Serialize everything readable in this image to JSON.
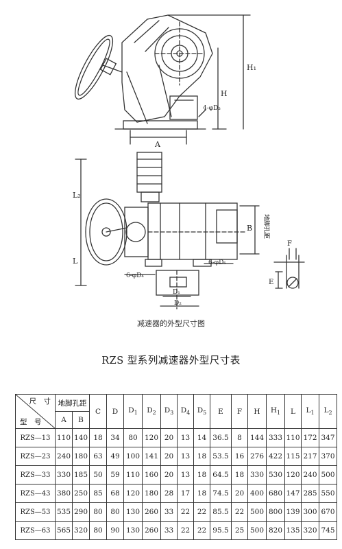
{
  "drawing": {
    "labels": {
      "H1": "H₁",
      "H": "H",
      "A": "A",
      "D3": "4-φD₃",
      "L2": "L₂",
      "L": "L",
      "B": "B",
      "holes": "地脚孔距",
      "D5": "6-φD₅",
      "D4": "6-φD₄",
      "D1": "D₁",
      "D2": "D₂",
      "F": "F",
      "E": "E"
    }
  },
  "caption": "减速器的外型尺寸图",
  "title": "RZS 型系列减速器外型尺寸表",
  "table": {
    "corner_top": "尺　寸",
    "corner_bottom": "型　号",
    "group_header": "地脚孔距",
    "columns": [
      "A",
      "B",
      "C",
      "D",
      "D1",
      "D2",
      "D3",
      "D4",
      "D5",
      "E",
      "F",
      "H",
      "H1",
      "L",
      "L1",
      "L2"
    ],
    "rows": [
      {
        "model": "RZS—13",
        "values": [
          "110",
          "140",
          "18",
          "34",
          "80",
          "120",
          "20",
          "13",
          "14",
          "36.5",
          "8",
          "144",
          "333",
          "110",
          "172",
          "347"
        ]
      },
      {
        "model": "RZS—23",
        "values": [
          "240",
          "180",
          "63",
          "49",
          "100",
          "141",
          "20",
          "13",
          "18",
          "53.5",
          "16",
          "276",
          "422",
          "115",
          "217",
          "370"
        ]
      },
      {
        "model": "RZS—33",
        "values": [
          "330",
          "185",
          "50",
          "59",
          "110",
          "160",
          "20",
          "13",
          "18",
          "64.5",
          "18",
          "330",
          "530",
          "120",
          "240",
          "500"
        ]
      },
      {
        "model": "RZS—43",
        "values": [
          "380",
          "250",
          "85",
          "68",
          "120",
          "180",
          "28",
          "17",
          "18",
          "74.5",
          "20",
          "400",
          "680",
          "147",
          "285",
          "550"
        ]
      },
      {
        "model": "RZS—53",
        "values": [
          "535",
          "290",
          "80",
          "80",
          "130",
          "260",
          "33",
          "22",
          "22",
          "85.5",
          "22",
          "500",
          "800",
          "139",
          "300",
          "670"
        ]
      },
      {
        "model": "RZS—63",
        "values": [
          "565",
          "320",
          "80",
          "90",
          "130",
          "260",
          "33",
          "22",
          "22",
          "95.5",
          "25",
          "500",
          "820",
          "135",
          "320",
          "745"
        ]
      }
    ]
  }
}
